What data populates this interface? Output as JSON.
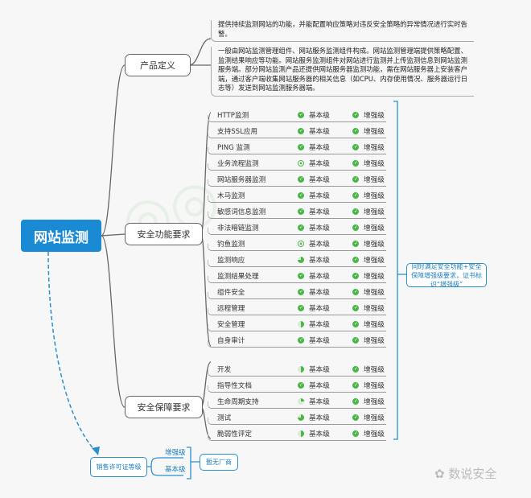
{
  "root": {
    "label": "网站监测"
  },
  "product_definition": {
    "label": "产品定义",
    "desc1": "提供持续监测网站的功能，并能配置响应策略对违反安全策略的异常情况进行实时告警。",
    "desc2": "一般由网站监测管理组件、网站服务监测组件构成。网站监测管理端提供策略配置、监测结果响应等功能。网站服务监测组件对网站进行监测并上传监测信息到网站监测服务端。部分网站监测产品还提供网站服务器监测功能，需在网站服务器上安装客户端，通过客户端收集网站服务器的相关信息（如CPU、内存使用情况、服务器运行日志等）发送到网站监测服务器端。"
  },
  "levels": {
    "basic": "基本级",
    "enhanced": "增强级"
  },
  "colors": {
    "accent": "#1a8ad4",
    "check": "#4cb748"
  },
  "security_function": {
    "label": "安全功能要求",
    "items": [
      {
        "name": "HTTP监测",
        "basic": "full",
        "enhanced": "full"
      },
      {
        "name": "支持SSL应用",
        "basic": "full",
        "enhanced": "full"
      },
      {
        "name": "PING 监测",
        "basic": "full",
        "enhanced": "full"
      },
      {
        "name": "业务流程监测",
        "basic": "dot",
        "enhanced": "full"
      },
      {
        "name": "网站服务器监测",
        "basic": "full",
        "enhanced": "full"
      },
      {
        "name": "木马监测",
        "basic": "full",
        "enhanced": "full"
      },
      {
        "name": "敏感词信息监测",
        "basic": "full",
        "enhanced": "full"
      },
      {
        "name": "非法暗链监测",
        "basic": "full",
        "enhanced": "full"
      },
      {
        "name": "钓鱼监测",
        "basic": "dot",
        "enhanced": "full"
      },
      {
        "name": "监测响应",
        "basic": "three-quarter",
        "enhanced": "full"
      },
      {
        "name": "监测结果处理",
        "basic": "full",
        "enhanced": "full"
      },
      {
        "name": "组件安全",
        "basic": "full",
        "enhanced": "full"
      },
      {
        "name": "远程管理",
        "basic": "full",
        "enhanced": "full"
      },
      {
        "name": "安全管理",
        "basic": "half",
        "enhanced": "full"
      },
      {
        "name": "自身审计",
        "basic": "full",
        "enhanced": "full"
      }
    ]
  },
  "security_assurance": {
    "label": "安全保障要求",
    "items": [
      {
        "name": "开发",
        "basic": "half",
        "enhanced": "full"
      },
      {
        "name": "指导性文档",
        "basic": "full",
        "enhanced": "full"
      },
      {
        "name": "生命周期支持",
        "basic": "quarter",
        "enhanced": "full"
      },
      {
        "name": "测试",
        "basic": "three-quarter",
        "enhanced": "full"
      },
      {
        "name": "脆弱性评定",
        "basic": "half",
        "enhanced": "full"
      }
    ]
  },
  "note": "同时满足安全功能+安全保障增强级要求，证书标识“增强级”",
  "license": {
    "label": "销售许可证等级",
    "enhanced": "增强级",
    "basic": "基本级",
    "vendors": "暂无厂商"
  },
  "watermark": "数说安全"
}
